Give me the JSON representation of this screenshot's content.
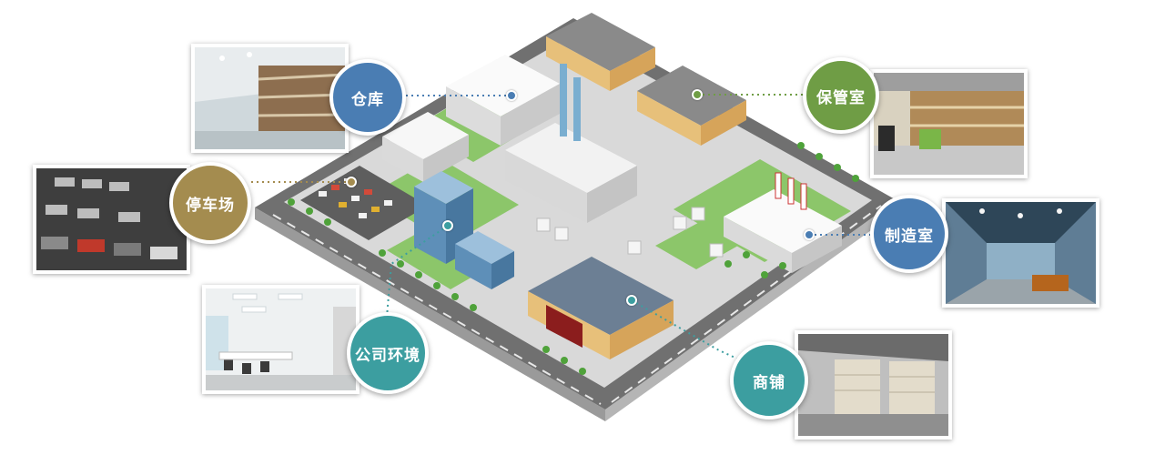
{
  "labels": {
    "warehouse": {
      "text": "仓库",
      "color": "#4a7db3"
    },
    "storage_room": {
      "text": "保管室",
      "color": "#6f9d45"
    },
    "parking_lot": {
      "text": "停车场",
      "color": "#a48c4f"
    },
    "manufacturing_room": {
      "text": "制造室",
      "color": "#4a7db3"
    },
    "office_environment": {
      "text": "公司环境",
      "color": "#3c9ea0"
    },
    "shop": {
      "text": "商铺",
      "color": "#3c9ea0"
    }
  },
  "colors": {
    "ground_green": "#8cc66a",
    "road_gray": "#6f6f6f",
    "building_white": "#eeeeee",
    "glass_blue": "#5e8fb8",
    "roof_gray": "#8a8a8a",
    "warehouse_orange": "#e7c07a"
  }
}
